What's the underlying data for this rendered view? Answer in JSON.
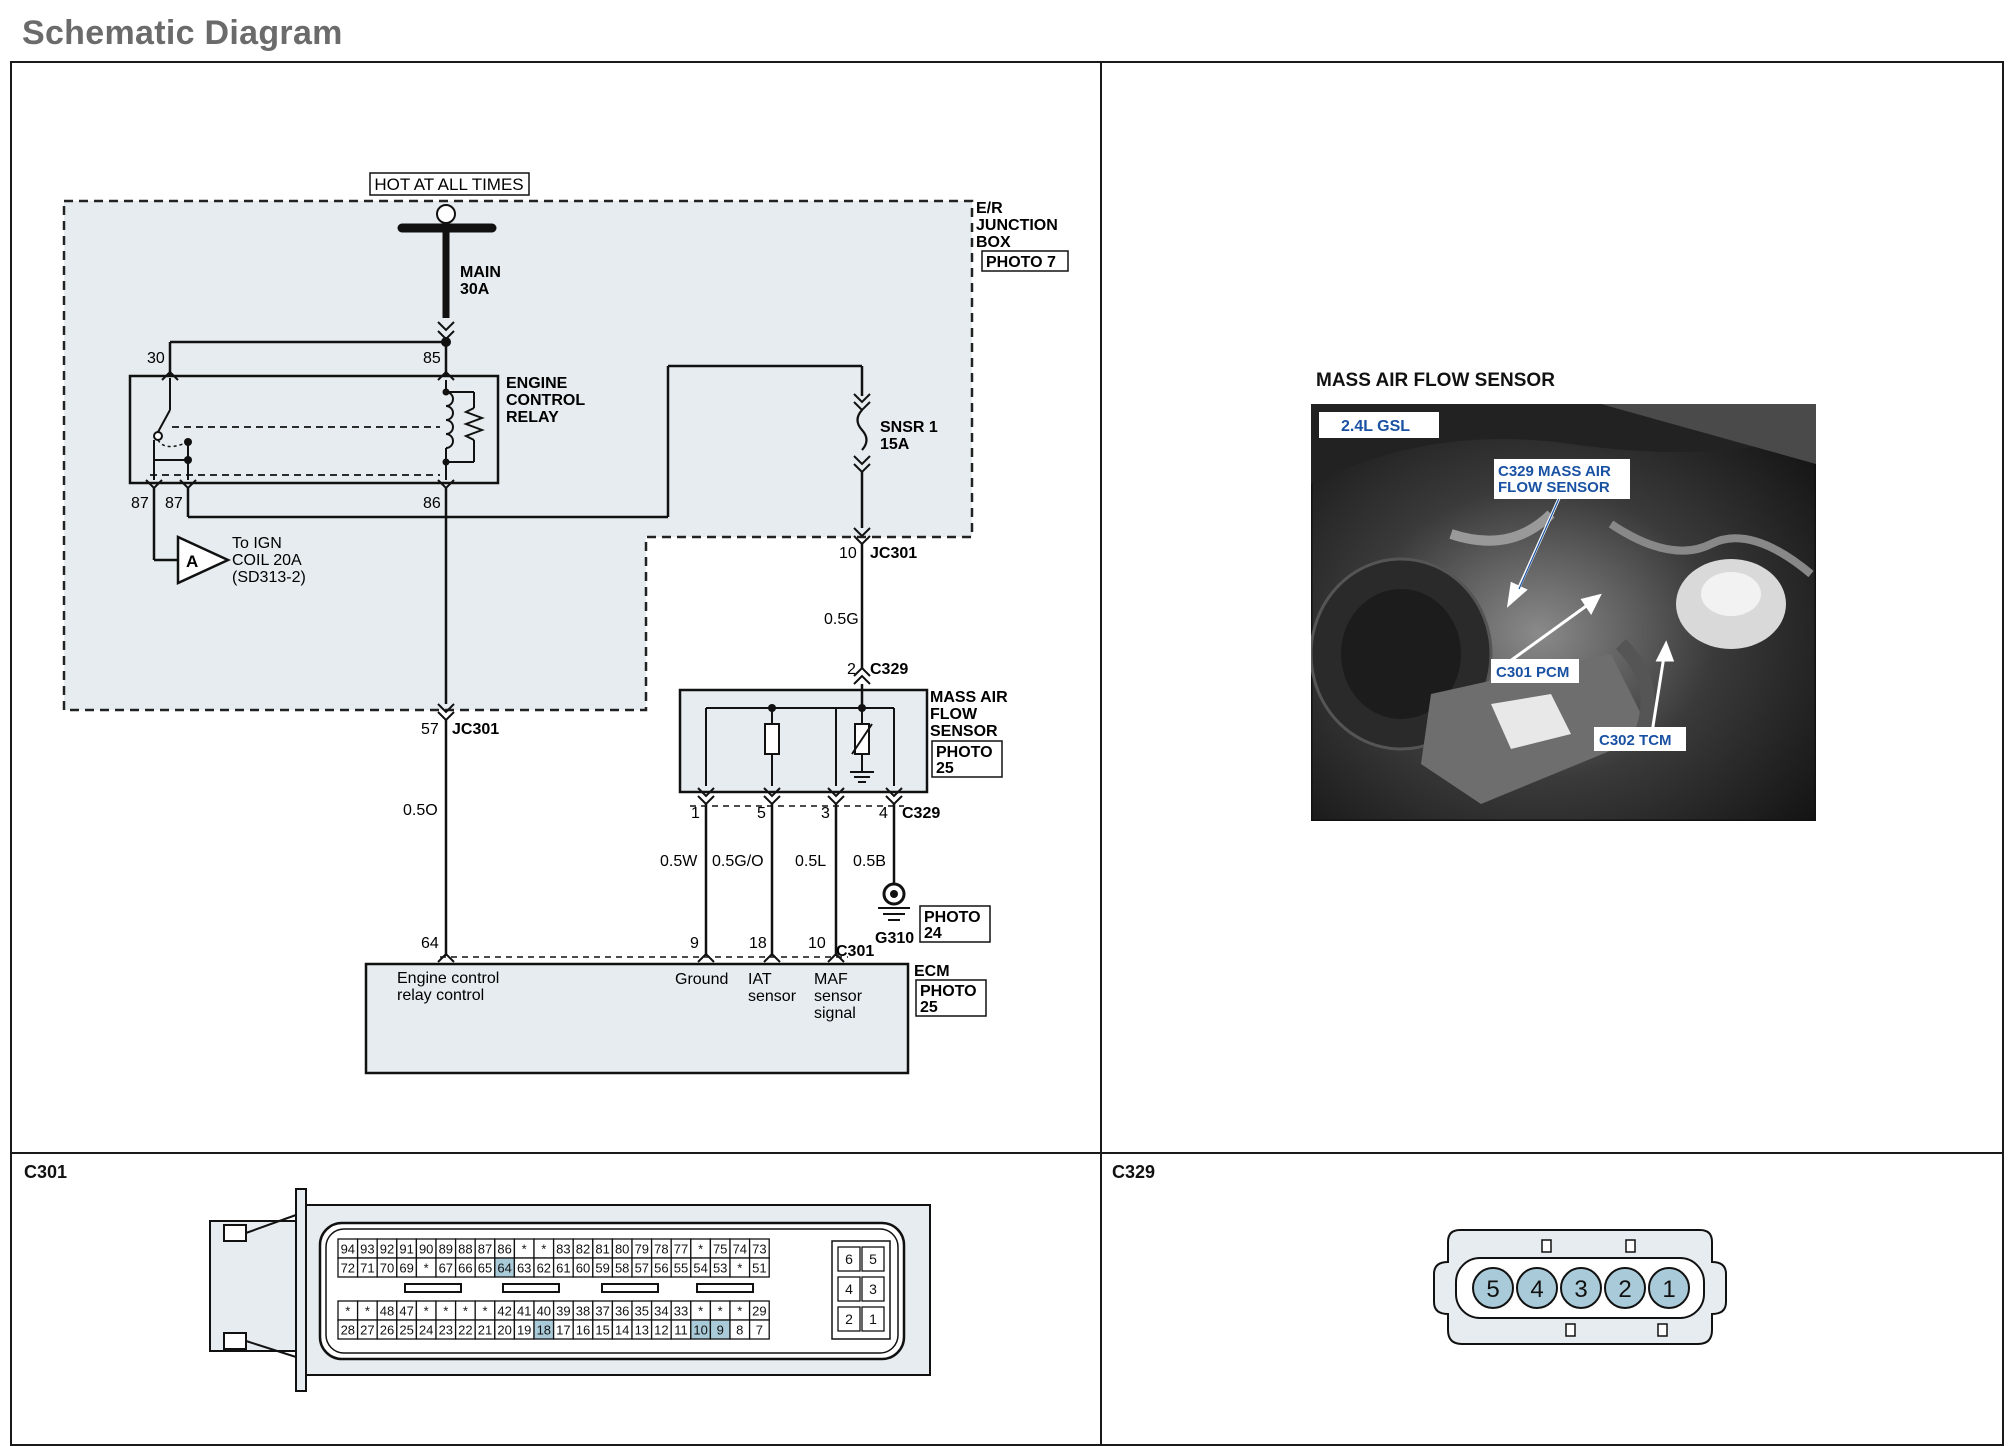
{
  "header": {
    "title": "Schematic Diagram"
  },
  "schematic": {
    "hot_label": "HOT AT ALL TIMES",
    "junction_box": {
      "line1": "E/R",
      "line2": "JUNCTION",
      "line3": "BOX",
      "photo": "PHOTO 7"
    },
    "fuse_main": {
      "line1": "MAIN",
      "line2": "30A"
    },
    "fuse_snsr": {
      "line1": "SNSR 1",
      "line2": "15A"
    },
    "relay": {
      "line1": "ENGINE",
      "line2": "CONTROL",
      "line3": "RELAY"
    },
    "relay_pins": {
      "p30": "30",
      "p85": "85",
      "p87a": "87",
      "p87b": "87",
      "p86": "86"
    },
    "connector_A": {
      "label": "A",
      "line1": "To IGN",
      "line2": "COIL 20A",
      "line3": "(SD313-2)"
    },
    "jc301_left": {
      "pin": "57",
      "name": "JC301"
    },
    "jc301_right": {
      "pin": "10",
      "name": "JC301"
    },
    "wire_05G": "0.5G",
    "wire_05O": "0.5O",
    "c329_top": {
      "pin": "2",
      "name": "C329"
    },
    "maf": {
      "line1": "MASS AIR",
      "line2": "FLOW",
      "line3": "SENSOR",
      "photo1": "PHOTO",
      "photo2": "25"
    },
    "c329_bottom": {
      "pins": [
        "1",
        "5",
        "3",
        "4"
      ],
      "name": "C329"
    },
    "wires_bottom": [
      "0.5W",
      "0.5G/O",
      "0.5L",
      "0.5B"
    ],
    "ground": {
      "name": "G310",
      "photo1": "PHOTO",
      "photo2": "24"
    },
    "ecm_pins": {
      "p64": "64",
      "p9": "9",
      "p18": "18",
      "p10": "10",
      "conn": "C301"
    },
    "ecm": {
      "name": "ECM",
      "photo1": "PHOTO",
      "photo2": "25",
      "lbl_relay1": "Engine control",
      "lbl_relay2": "relay control",
      "lbl_ground": "Ground",
      "lbl_iat1": "IAT",
      "lbl_iat2": "sensor",
      "lbl_maf1": "MAF",
      "lbl_maf2": "sensor",
      "lbl_maf3": "signal"
    }
  },
  "photo_panel": {
    "title": "MASS AIR FLOW SENSOR",
    "engine_tag": "2.4L GSL",
    "callout_c329_1": "C329 MASS AIR",
    "callout_c329_2": "FLOW SENSOR",
    "callout_c301": "C301 PCM",
    "callout_c302": "C302 TCM"
  },
  "c301_panel": {
    "label": "C301",
    "row1": [
      "94",
      "93",
      "92",
      "91",
      "90",
      "89",
      "88",
      "87",
      "86",
      "*",
      "*",
      "83",
      "82",
      "81",
      "80",
      "79",
      "78",
      "77",
      "*",
      "75",
      "74",
      "73"
    ],
    "row2": [
      "72",
      "71",
      "70",
      "69",
      "*",
      "67",
      "66",
      "65",
      "64",
      "63",
      "62",
      "61",
      "60",
      "59",
      "58",
      "57",
      "56",
      "55",
      "54",
      "53",
      "*",
      "51"
    ],
    "row3": [
      "*",
      "*",
      "48",
      "47",
      "*",
      "*",
      "*",
      "*",
      "42",
      "41",
      "40",
      "39",
      "38",
      "37",
      "36",
      "35",
      "34",
      "33",
      "*",
      "*",
      "*",
      "29"
    ],
    "row4": [
      "28",
      "27",
      "26",
      "25",
      "24",
      "23",
      "22",
      "21",
      "20",
      "19",
      "18",
      "17",
      "16",
      "15",
      "14",
      "13",
      "12",
      "11",
      "10",
      "9",
      "8",
      "7"
    ],
    "side": [
      "6",
      "5",
      "4",
      "3",
      "2",
      "1"
    ],
    "highlight": [
      "64",
      "18",
      "10",
      "9"
    ]
  },
  "c329_panel": {
    "label": "C329",
    "pins": [
      "5",
      "4",
      "3",
      "2",
      "1"
    ]
  },
  "colors": {
    "shade": "#e6ecef",
    "pin_highlight": "#a9cbd9",
    "callout_text": "#1a52a3",
    "frame": "#1a1a1a"
  }
}
